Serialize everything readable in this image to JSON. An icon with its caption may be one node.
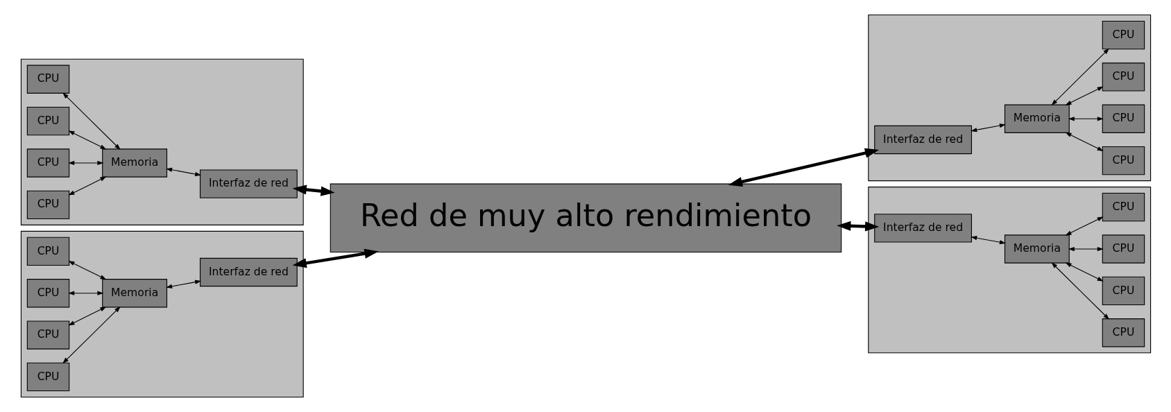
{
  "diagram": {
    "nodes": [
      {
        "text": [],
        "shape": "box"
      },
      {
        "text": [
          "CPU"
        ],
        "in": 0
      },
      {
        "text": [
          "CPU"
        ],
        "in": 0
      },
      {
        "text": [
          "Memoria"
        ],
        "in": 0
      },
      {
        "text": [
          "Interfaz de red"
        ],
        "in": 0
      },
      {
        "text": [
          "CPU"
        ],
        "in": 0
      },
      {
        "text": [
          "CPU"
        ],
        "in": 0
      },
      {
        "text": [
          "Red de muy alto rendimiento"
        ]
      },
      {
        "text": [],
        "shape": "box"
      },
      {
        "text": [
          "CPU"
        ],
        "in": 8
      },
      {
        "text": [
          "CPU"
        ],
        "in": 8
      },
      {
        "text": [
          "Interfaz de red"
        ],
        "in": 8
      },
      {
        "text": [
          "Memoria"
        ],
        "in": 8
      },
      {
        "text": [
          "CPU"
        ],
        "in": 8
      },
      {
        "text": [
          "CPU"
        ],
        "in": 8
      },
      {
        "text": [],
        "shape": "box"
      },
      {
        "text": [
          "CPU"
        ],
        "in": 15
      },
      {
        "text": [
          "CPU"
        ],
        "in": 15
      },
      {
        "text": [
          "Memoria"
        ],
        "in": 15
      },
      {
        "text": [
          "Interfaz de red"
        ],
        "in": 15
      },
      {
        "text": [
          "CPU"
        ],
        "in": 15
      },
      {
        "text": [
          "CPU"
        ],
        "in": 15
      },
      {
        "text": [],
        "shape": "box"
      },
      {
        "text": [
          "CPU"
        ],
        "in": 22
      },
      {
        "text": [
          "CPU"
        ],
        "in": 22
      },
      {
        "text": [
          "Interfaz de red"
        ],
        "in": 22
      },
      {
        "text": [
          "Memoria"
        ],
        "in": 22
      },
      {
        "text": [
          "CPU"
        ],
        "in": 22
      },
      {
        "text": [
          "CPU"
        ],
        "in": 22
      }
    ],
    "edges": [
      {
        "from": 1,
        "to": 3,
        "arrow": "both"
      },
      {
        "from": 2,
        "to": 3,
        "arrow": "both"
      },
      {
        "from": 5,
        "to": 3,
        "arrow": "both"
      },
      {
        "from": 6,
        "to": 3,
        "arrow": "both"
      },
      {
        "from": 3,
        "to": 4,
        "arrow": "both"
      },
      {
        "from": 4,
        "to": 7,
        "arrow": "both",
        "style": "thick"
      },
      {
        "from": 7,
        "to": 11,
        "arrow": "both",
        "style": "thick"
      },
      {
        "from": 11,
        "to": 12,
        "arrow": "both"
      },
      {
        "from": 12,
        "to": 9,
        "arrow": "both"
      },
      {
        "from": 12,
        "to": 10,
        "arrow": "both"
      },
      {
        "from": 12,
        "to": 13,
        "arrow": "both"
      },
      {
        "from": 12,
        "to": 14,
        "arrow": "both"
      },
      {
        "from": 16,
        "to": 18,
        "arrow": "both"
      },
      {
        "from": 17,
        "to": 18,
        "arrow": "both"
      },
      {
        "from": 20,
        "to": 18,
        "arrow": "both"
      },
      {
        "from": 21,
        "to": 18,
        "arrow": "both"
      },
      {
        "from": 18,
        "to": 19,
        "arrow": "both"
      },
      {
        "from": 19,
        "to": 7,
        "arrow": "both",
        "style": "thick"
      },
      {
        "from": 7,
        "to": 25,
        "arrow": "both",
        "style": "thick"
      },
      {
        "from": 25,
        "to": 26,
        "arrow": "both"
      },
      {
        "from": 26,
        "to": 23,
        "arrow": "both"
      },
      {
        "from": 26,
        "to": 24,
        "arrow": "both"
      },
      {
        "from": 26,
        "to": 27,
        "arrow": "both"
      },
      {
        "from": 26,
        "to": 28,
        "arrow": "both"
      }
    ]
  }
}
